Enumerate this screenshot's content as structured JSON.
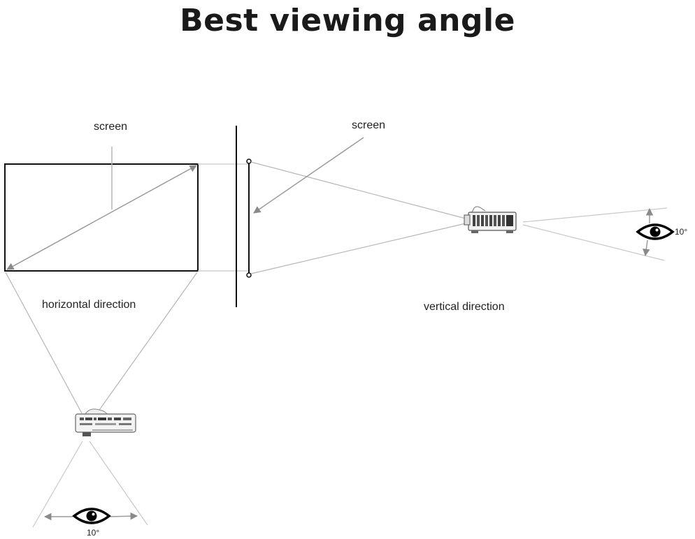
{
  "title": "Best viewing angle",
  "labels": {
    "screen_left": "screen",
    "screen_right": "screen",
    "horizontal": "horizontal direction",
    "vertical": "vertical direction",
    "angle_right": "10°",
    "angle_bottom": "10°"
  },
  "colors": {
    "line_dark": "#111111",
    "line_gray": "#b5b5b5",
    "arrow_gray": "#9a9a9a"
  },
  "icons": [
    "eye-icon",
    "projector-icon"
  ]
}
